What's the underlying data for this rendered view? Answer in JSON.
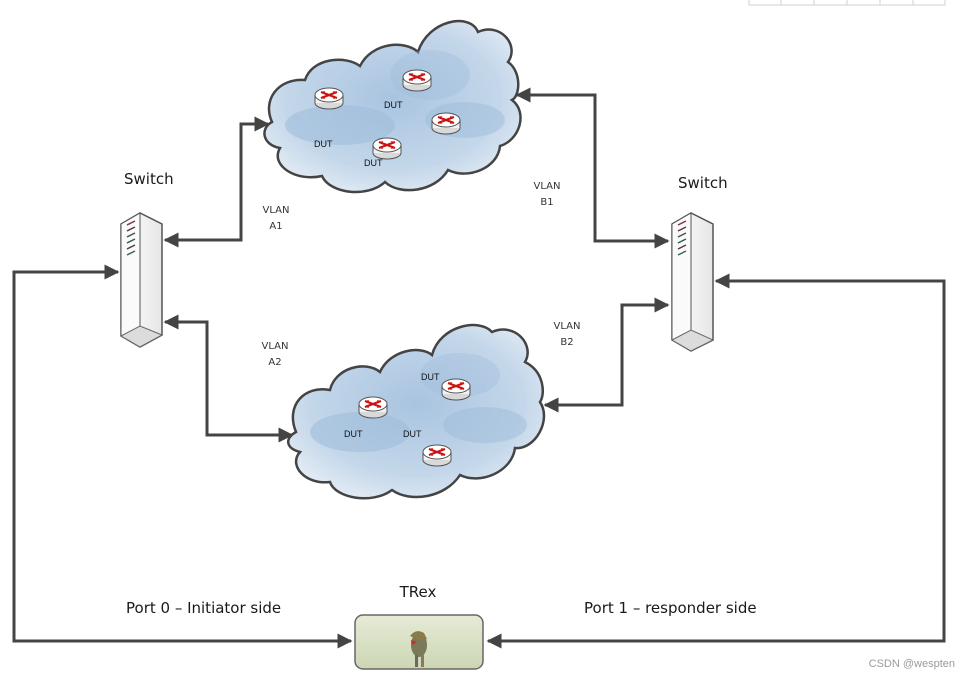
{
  "title": "TRex VLAN test topology",
  "switches": {
    "left": {
      "label": "Switch"
    },
    "right": {
      "label": "Switch"
    }
  },
  "clouds": {
    "top": {
      "duts": [
        "DUT",
        "DUT",
        "DUT"
      ]
    },
    "bottom": {
      "duts": [
        "DUT",
        "DUT",
        "DUT"
      ]
    }
  },
  "vlans": {
    "a1": {
      "line1": "VLAN",
      "line2": "A1"
    },
    "a2": {
      "line1": "VLAN",
      "line2": "A2"
    },
    "b1": {
      "line1": "VLAN",
      "line2": "B1"
    },
    "b2": {
      "line1": "VLAN",
      "line2": "B2"
    }
  },
  "trex": {
    "label": "TRex",
    "icon": "dinosaur-icon"
  },
  "ports": {
    "port0": "Port 0 – Initiator side",
    "port1": "Port 1 – responder side"
  },
  "watermark": "CSDN @wespten",
  "colors": {
    "wire": "#444444",
    "cloud_fill": "#b6cde3",
    "cloud_dark": "#8fb0d3",
    "router_arrow": "#cc1111",
    "trex_box": "#dde4c9"
  }
}
